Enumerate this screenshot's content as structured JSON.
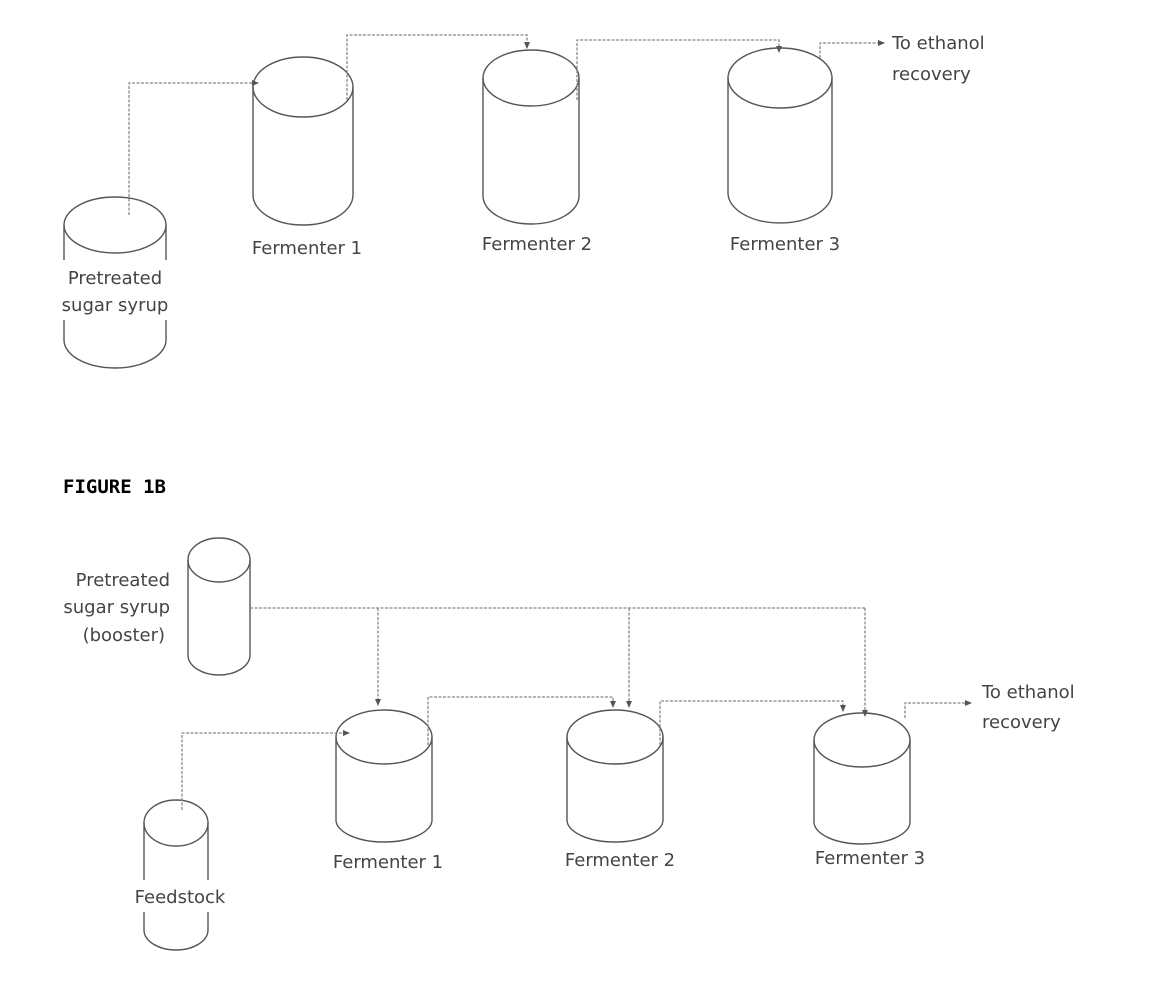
{
  "figure_a": {
    "feed_tank": {
      "line1": "Pretreated",
      "line2": "sugar syrup"
    },
    "fermenters": [
      "Fermenter 1",
      "Fermenter 2",
      "Fermenter 3"
    ],
    "output": {
      "line1": "To ethanol",
      "line2": "recovery"
    }
  },
  "figure_b": {
    "title": "FIGURE 1B",
    "booster_tank": {
      "line1": "Pretreated",
      "line2": "sugar syrup",
      "line3": "(booster)"
    },
    "feed_tank": {
      "label": "Feedstock"
    },
    "fermenters": [
      "Fermenter 1",
      "Fermenter 2",
      "Fermenter 3"
    ],
    "output": {
      "line1": "To ethanol",
      "line2": "recovery"
    }
  }
}
